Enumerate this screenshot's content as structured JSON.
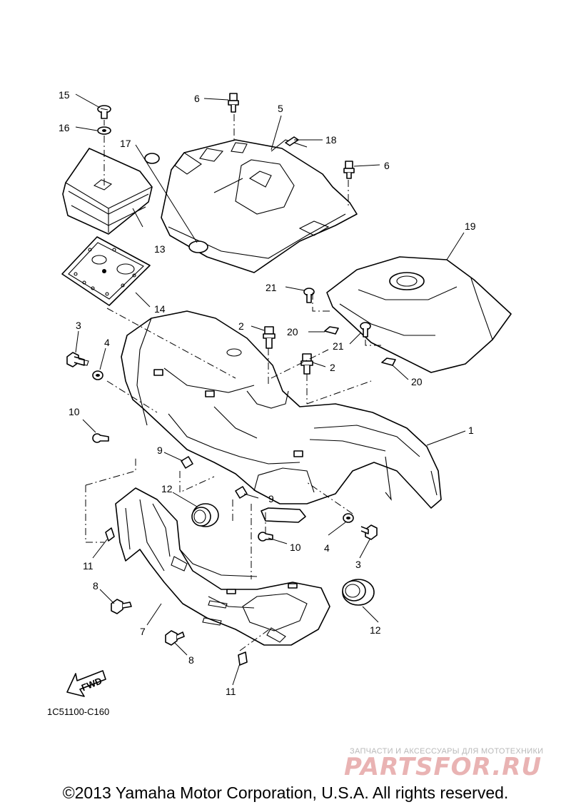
{
  "callouts": {
    "c1": "1",
    "c2a": "2",
    "c2b": "2",
    "c3a": "3",
    "c3b": "3",
    "c4a": "4",
    "c4b": "4",
    "c5": "5",
    "c6a": "6",
    "c6b": "6",
    "c7": "7",
    "c8a": "8",
    "c8b": "8",
    "c9a": "9",
    "c9b": "9",
    "c10a": "10",
    "c10b": "10",
    "c11a": "11",
    "c11b": "11",
    "c12a": "12",
    "c12b": "12",
    "c13": "13",
    "c14": "14",
    "c15": "15",
    "c16": "16",
    "c17": "17",
    "c18": "18",
    "c19": "19",
    "c20a": "20",
    "c20b": "20",
    "c21a": "21",
    "c21b": "21"
  },
  "fwd_label": "FWD",
  "diagram_code": "1C51100-C160",
  "watermark": {
    "tagline": "ЗАПЧАСТИ И АКСЕССУАРЫ ДЛЯ МОТОТЕХНИКИ",
    "logo_text": "PARTSFOR.RU"
  },
  "copyright": "©2013 Yamaha Motor Corporation, U.S.A. All rights reserved."
}
